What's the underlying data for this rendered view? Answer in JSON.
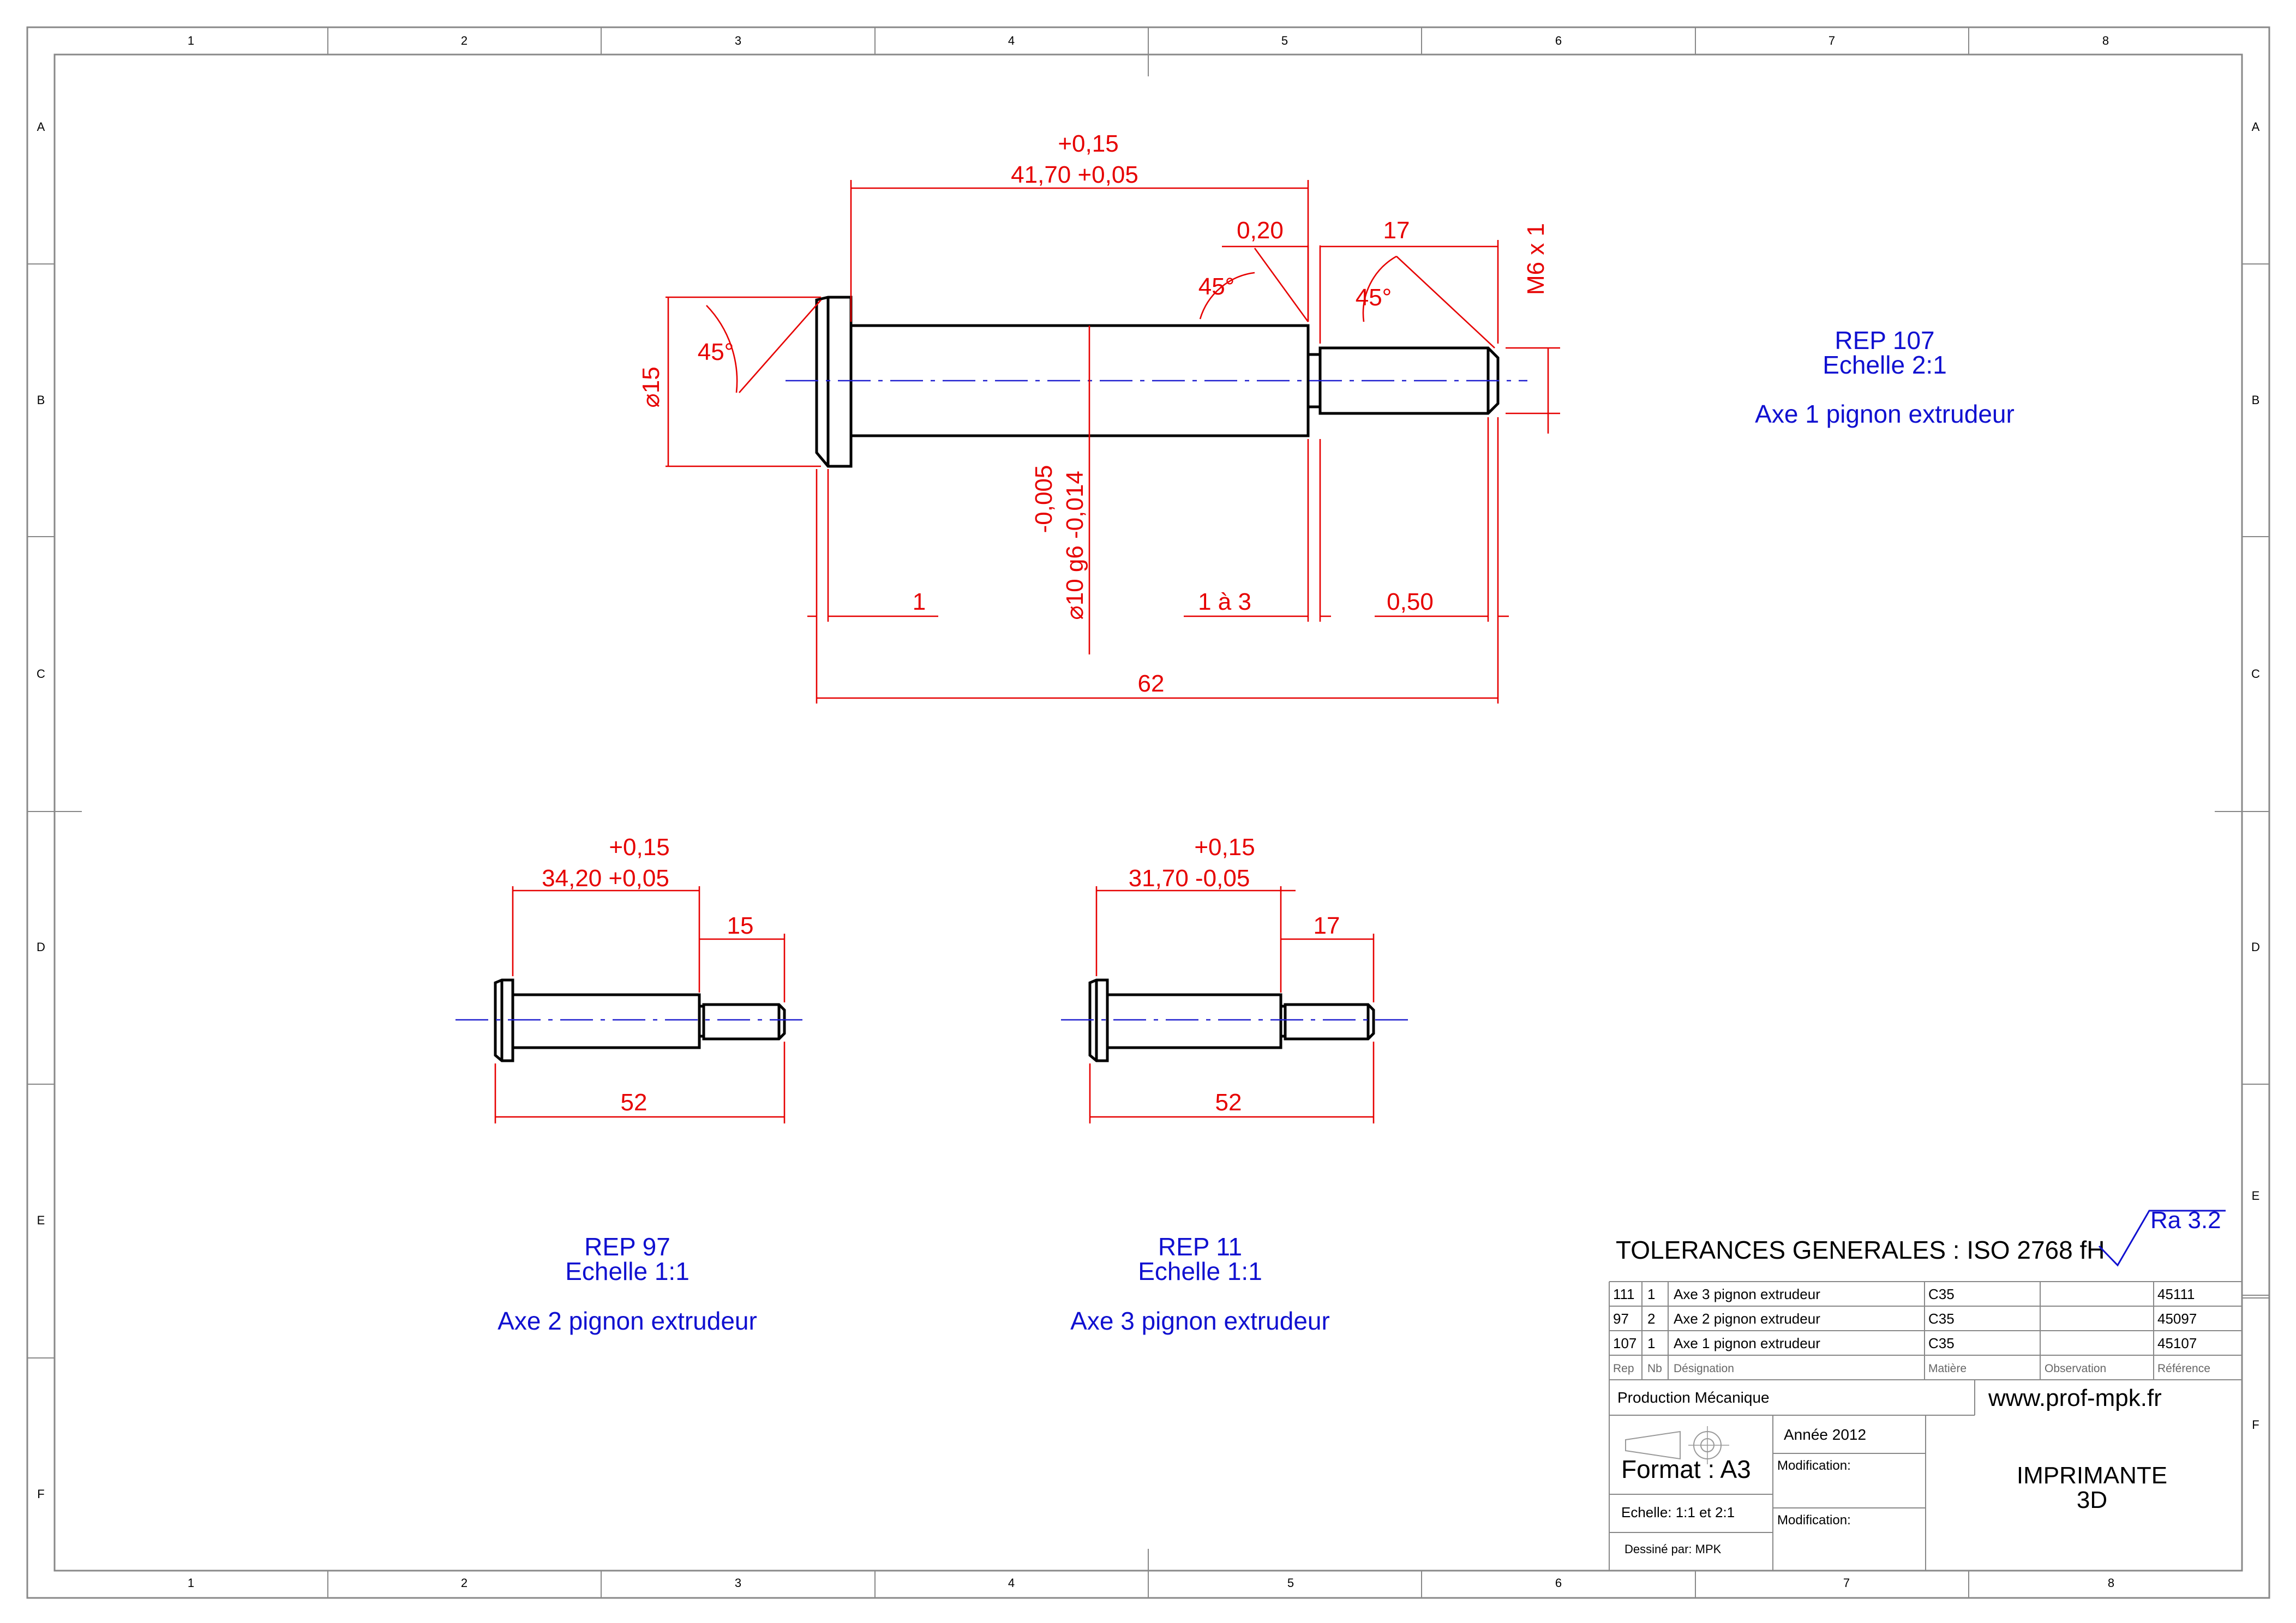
{
  "zones": {
    "columns": [
      "1",
      "2",
      "3",
      "4",
      "5",
      "6",
      "7",
      "8"
    ],
    "rows": [
      "A",
      "B",
      "C",
      "D",
      "E",
      "F"
    ]
  },
  "view_107": {
    "title": "REP 107",
    "scale": "Echelle 2:1",
    "name": "Axe 1 pignon extrudeur",
    "dims": {
      "length_tol_upper": "+0,15",
      "length_main": "41,70 +0,05",
      "groove_width": "0,20",
      "thread_length": "17",
      "thread": "M6 x 1",
      "chamfer_head": "45°",
      "chamfer_shoulder": "45°",
      "chamfer_thread": "45°",
      "head_diameter": "⌀15",
      "shaft_tol": "-0,005",
      "shaft_diameter": "⌀10 g6 -0,014",
      "head_chamfer_len": "1",
      "groove_len": "1 à 3",
      "end_chamfer": "0,50",
      "overall": "62"
    }
  },
  "view_97": {
    "title": "REP 97",
    "scale": "Echelle 1:1",
    "name": "Axe 2 pignon extrudeur",
    "dims": {
      "tol_upper": "+0,15",
      "main": "34,20 +0,05",
      "thread": "15",
      "overall": "52"
    }
  },
  "view_11": {
    "title": "REP 11",
    "scale": "Echelle 1:1",
    "name": "Axe 3 pignon extrudeur",
    "dims": {
      "tol_upper": "+0,15",
      "main": "31,70 -0,05",
      "thread": "17",
      "overall": "52"
    }
  },
  "title_block": {
    "tolerances": "TOLERANCES GENERALES : ISO 2768 fH",
    "roughness": "Ra 3.2",
    "parts": [
      {
        "rep": "111",
        "nb": "1",
        "designation": "Axe 3 pignon extrudeur",
        "matiere": "C35",
        "observation": "",
        "reference": "45111"
      },
      {
        "rep": "97",
        "nb": "2",
        "designation": "Axe 2 pignon extrudeur",
        "matiere": "C35",
        "observation": "",
        "reference": "45097"
      },
      {
        "rep": "107",
        "nb": "1",
        "designation": "Axe 1 pignon extrudeur",
        "matiere": "C35",
        "observation": "",
        "reference": "45107"
      }
    ],
    "headers": {
      "rep": "Rep",
      "nb": "Nb",
      "designation": "Désignation",
      "matiere": "Matière",
      "observation": "Observation",
      "reference": "Référence"
    },
    "department": "Production Mécanique",
    "website": "www.prof-mpk.fr",
    "year": "Année 2012",
    "modification_1": "Modification:",
    "modification_2": "Modification:",
    "format": "Format : A3",
    "scale": "Echelle: 1:1 et 2:1",
    "drawn_by": "Dessiné par: MPK",
    "project_line1": "IMPRIMANTE",
    "project_line2": "3D"
  }
}
